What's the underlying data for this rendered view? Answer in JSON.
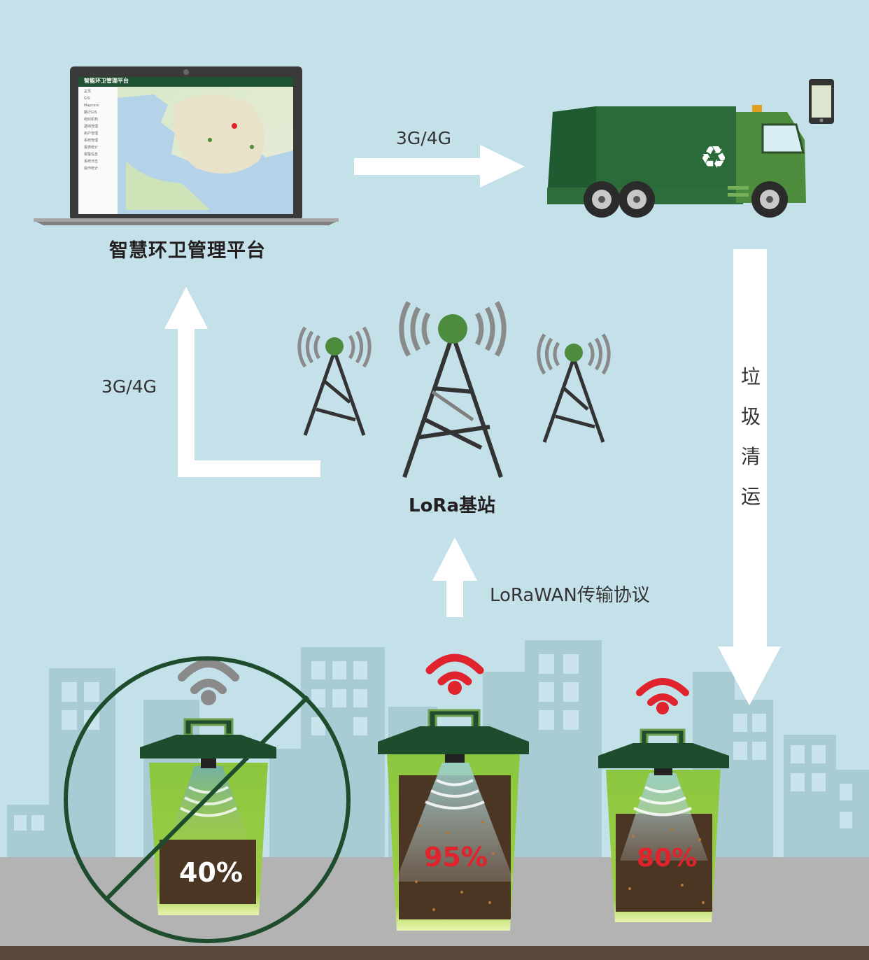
{
  "platform": {
    "label": "智慧环卫管理平台",
    "screen_title": "智能环卫管理平台",
    "menu_items": [
      "主页",
      "GIS",
      "Mapcars",
      "路行GIS",
      "组织机构",
      "基础管理",
      "用户管理",
      "系统管理",
      "报表统计",
      "报警信息",
      "系统日志",
      "操作统计"
    ]
  },
  "network": {
    "truck_link": "3G/4G",
    "platform_link": "3G/4G",
    "protocol": "LoRaWAN传输协议"
  },
  "station": {
    "label": "LoRa基站"
  },
  "transport": {
    "label": "垃圾清运"
  },
  "bins": [
    {
      "level": "40%",
      "fill": 0.4,
      "status": "no-signal"
    },
    {
      "level": "95%",
      "fill": 0.95,
      "status": "signal"
    },
    {
      "level": "80%",
      "fill": 0.8,
      "status": "signal"
    }
  ],
  "colors": {
    "background": "#c4e1ea",
    "dark_green": "#1e4d2e",
    "truck_green": "#4c8c3c",
    "bin_lime": "#8cc63f",
    "soil": "#4a3623",
    "alert_red": "#e0232c",
    "inactive_gray": "#8a8a8a",
    "road": "#b3b3b3"
  }
}
